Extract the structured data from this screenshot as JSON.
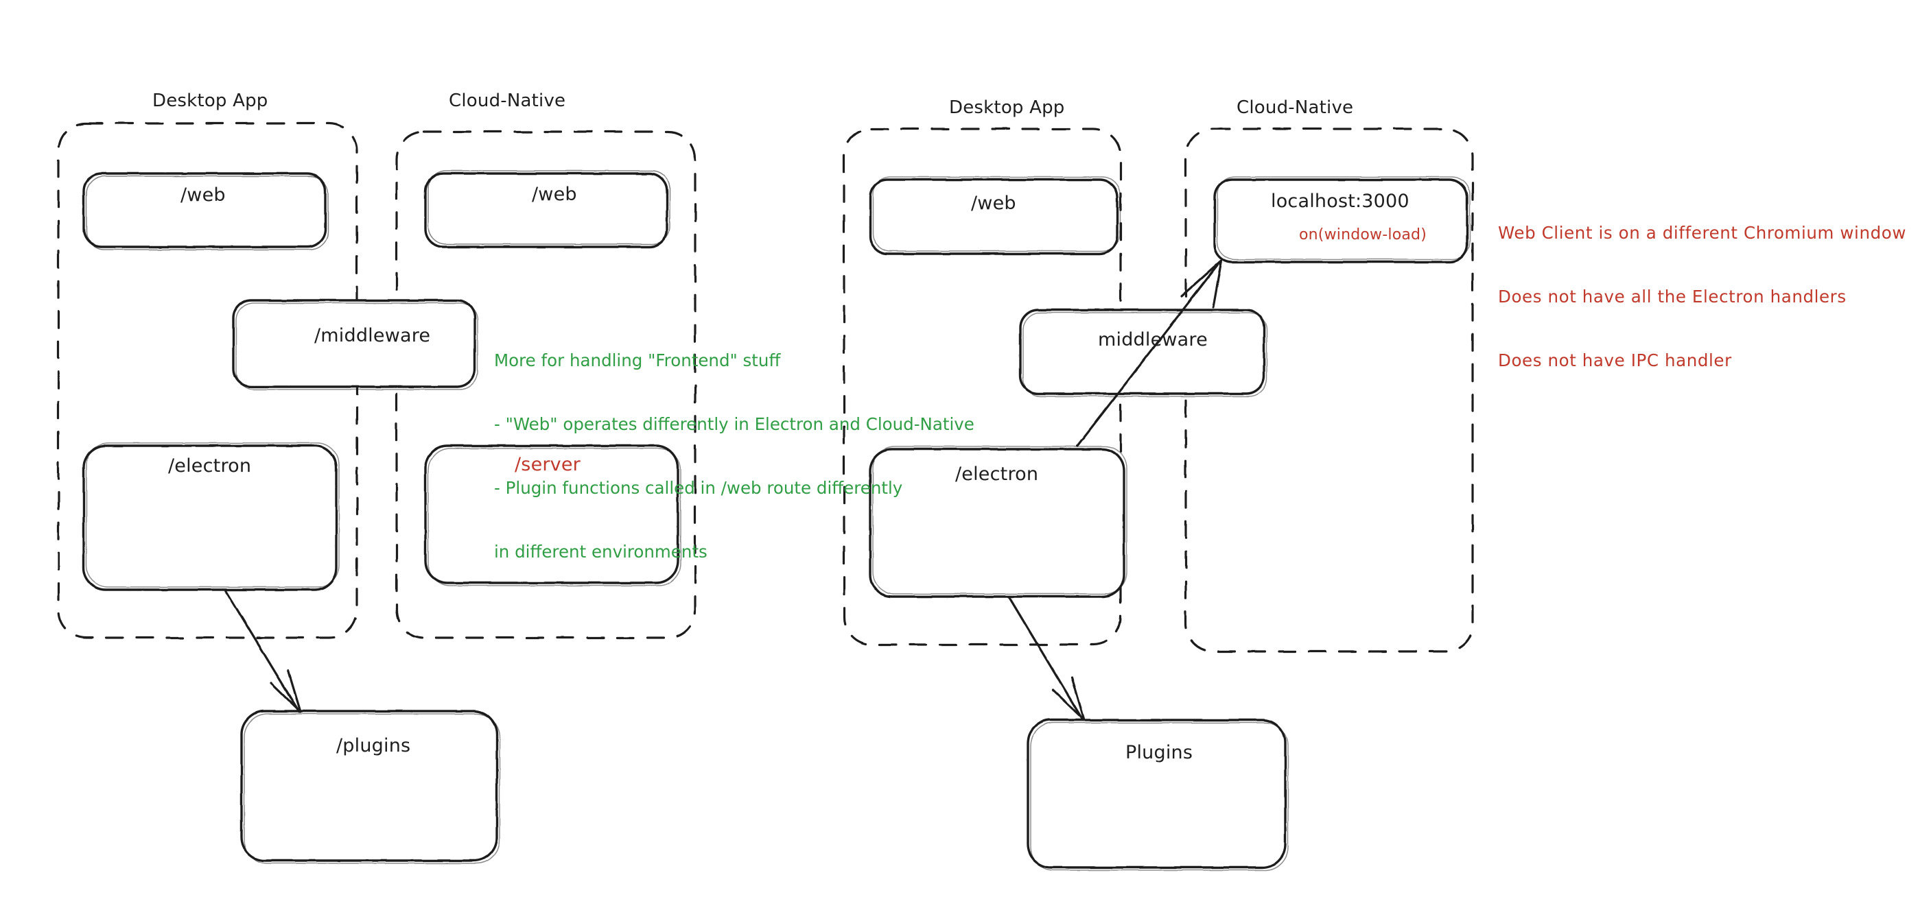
{
  "diagram": {
    "type": "architecture-sketch",
    "style": "hand-drawn",
    "background": "#ffffff",
    "colors": {
      "stroke": "#1e1e1e",
      "green": "#2f9e44",
      "red": "#c0392b"
    },
    "panels": [
      {
        "id": "left",
        "groups": [
          {
            "id": "left-desktop-app",
            "label": "Desktop App",
            "style": "dashed",
            "nodes": [
              "left-web",
              "left-middleware",
              "left-electron"
            ]
          },
          {
            "id": "left-cloud-native",
            "label": "Cloud-Native",
            "style": "dashed",
            "nodes": [
              "left-cloud-web",
              "left-server"
            ]
          }
        ],
        "nodes": [
          {
            "id": "left-web",
            "label": "/web",
            "color": "#1e1e1e"
          },
          {
            "id": "left-cloud-web",
            "label": "/web",
            "color": "#1e1e1e"
          },
          {
            "id": "left-middleware",
            "label": "/middleware",
            "color": "#1e1e1e"
          },
          {
            "id": "left-electron",
            "label": "/electron",
            "color": "#1e1e1e"
          },
          {
            "id": "left-server",
            "label": "/server",
            "color": "#c0392b"
          },
          {
            "id": "left-plugins",
            "label": "/plugins",
            "color": "#1e1e1e"
          }
        ],
        "edges": [
          {
            "from": "left-electron",
            "to": "left-plugins",
            "arrow": "single"
          }
        ],
        "annotations": [
          {
            "id": "left-green-note",
            "color": "#2f9e44",
            "lines": [
              "More for handling \"Frontend\" stuff",
              "- \"Web\" operates differently in Electron and Cloud-Native",
              "- Plugin functions called in /web route differently",
              "in different environments"
            ]
          }
        ]
      },
      {
        "id": "right",
        "groups": [
          {
            "id": "right-desktop-app",
            "label": "Desktop App",
            "style": "dashed",
            "nodes": [
              "right-web",
              "right-middleware",
              "right-electron"
            ]
          },
          {
            "id": "right-cloud-native",
            "label": "Cloud-Native",
            "style": "dashed",
            "nodes": [
              "right-localhost"
            ]
          }
        ],
        "nodes": [
          {
            "id": "right-web",
            "label": "/web",
            "color": "#1e1e1e"
          },
          {
            "id": "right-localhost",
            "label": "localhost:3000",
            "sublabel": "on(window-load)",
            "color": "#1e1e1e",
            "sublabel_color": "#c0392b"
          },
          {
            "id": "right-middleware",
            "label": "middleware",
            "color": "#1e1e1e"
          },
          {
            "id": "right-electron",
            "label": "/electron",
            "color": "#1e1e1e"
          },
          {
            "id": "right-plugins",
            "label": "Plugins",
            "color": "#1e1e1e"
          }
        ],
        "edges": [
          {
            "from": "right-electron",
            "to": "right-localhost",
            "arrow": "single"
          },
          {
            "from": "right-electron",
            "to": "right-plugins",
            "arrow": "single"
          }
        ],
        "annotations": [
          {
            "id": "right-red-note",
            "color": "#c0392b",
            "lines": [
              "Web Client is on a different Chromium window",
              "Does not have all the Electron handlers",
              "Does not have IPC handler"
            ]
          }
        ]
      }
    ]
  },
  "labels": {
    "left": {
      "group_desktop": "Desktop App",
      "group_cloud": "Cloud-Native",
      "web": "/web",
      "cloud_web": "/web",
      "middleware": "/middleware",
      "electron": "/electron",
      "server": "/server",
      "plugins": "/plugins",
      "note_l1": "More for handling \"Frontend\" stuff",
      "note_l2": "- \"Web\" operates differently in Electron and Cloud-Native",
      "note_l3": "- Plugin functions called in /web route differently",
      "note_l4": "in different environments"
    },
    "right": {
      "group_desktop": "Desktop App",
      "group_cloud": "Cloud-Native",
      "web": "/web",
      "localhost": "localhost:3000",
      "onload": "on(window-load)",
      "middleware": "middleware",
      "electron": "/electron",
      "plugins": "Plugins",
      "note_l1": "Web Client is on a different Chromium window",
      "note_l2": "Does not have all the Electron handlers",
      "note_l3": "Does not have IPC handler"
    }
  }
}
